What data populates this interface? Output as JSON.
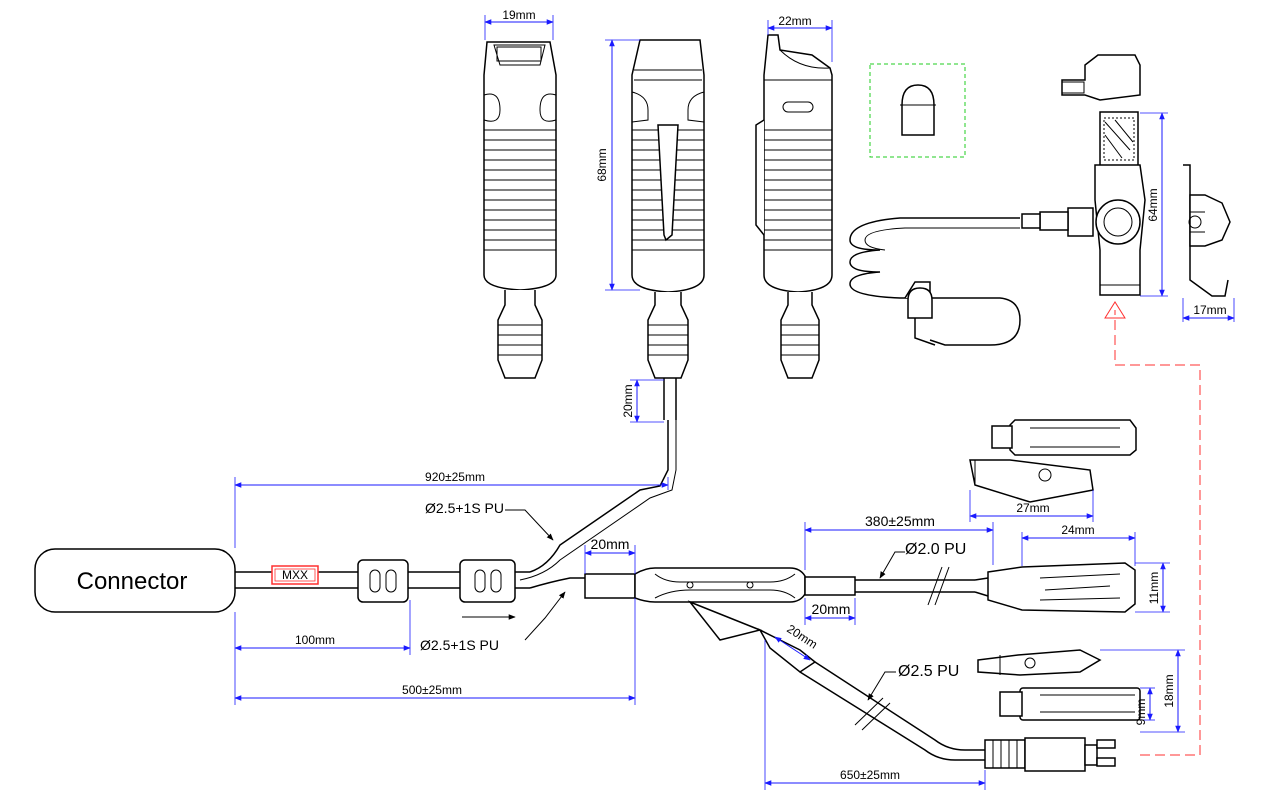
{
  "connector": {
    "label": "Connector"
  },
  "marker": {
    "label": "MXX"
  },
  "cables": {
    "upper": "Ø2.5+1S PU",
    "lower": "Ø2.5+1S PU",
    "right": "Ø2.0 PU",
    "bottom": "Ø2.5 PU"
  },
  "dimensions": {
    "ptt_width_front": "19mm",
    "ptt_width_side": "22mm",
    "ptt_height": "68mm",
    "earpiece_height": "64mm",
    "earpiece_width": "17mm",
    "ptt_cable_drop": "20mm",
    "total_length": "920±25mm",
    "connector_section": "100mm",
    "main_section": "500±25mm",
    "splitter_sleeve": "20mm",
    "branch_right_length": "380±25mm",
    "branch_right_sleeve": "20mm",
    "branch_bottom_sleeve": "20mm",
    "branch_bottom_length": "650±25mm",
    "mic_clip_length": "27mm",
    "mic_body_length": "24mm",
    "mic_body_height": "11mm",
    "plug_height": "18mm",
    "plug_body_height": "9mm"
  },
  "colors": {
    "dimension": "#1a1aff",
    "reference_line": "#ff3030",
    "detail_box": "#22cc22",
    "marker_box": "#ff3030"
  }
}
